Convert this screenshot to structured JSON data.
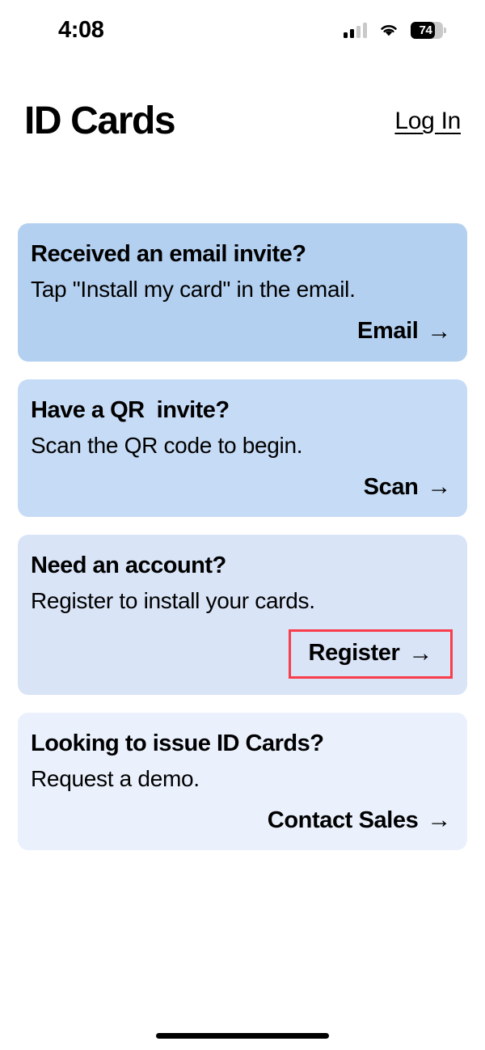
{
  "status_bar": {
    "time": "4:08",
    "signal_icon": "cellular-signal-icon",
    "signal_bars_filled": 2,
    "signal_bars_total": 4,
    "wifi_icon": "wifi-icon",
    "battery_icon": "battery-icon",
    "battery_percent": "74",
    "battery_level": 74
  },
  "header": {
    "title": "ID Cards",
    "login_label": "Log In"
  },
  "cards": [
    {
      "title": "Received an email invite?",
      "subtitle": "Tap \"Install my card\" in the email.",
      "action_label": "Email",
      "arrow": "→",
      "bg": "#b4d0f0",
      "highlighted": false
    },
    {
      "title": "Have a QR  invite?",
      "subtitle": "Scan the QR code to begin.",
      "action_label": "Scan",
      "arrow": "→",
      "bg": "#c6dbf5",
      "highlighted": false
    },
    {
      "title": "Need an account?",
      "subtitle": "Register to install your cards.",
      "action_label": "Register",
      "arrow": "→",
      "bg": "#d9e4f7",
      "highlighted": true
    },
    {
      "title": "Looking to issue ID Cards?",
      "subtitle": "Request a demo.",
      "action_label": "Contact Sales",
      "arrow": "→",
      "bg": "#eaf1fd",
      "highlighted": false
    }
  ],
  "colors": {
    "highlight_outline": "#fa3c4b",
    "page_background": "#ffffff",
    "text": "#000000"
  },
  "home_indicator": "home-indicator"
}
